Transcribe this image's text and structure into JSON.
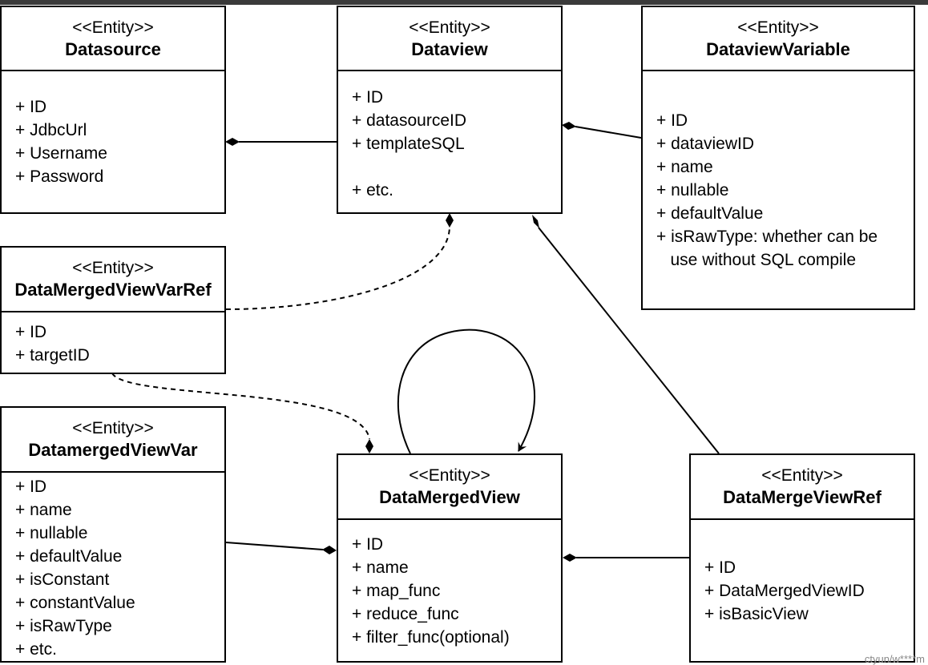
{
  "stereotype": "<<Entity>>",
  "entities": {
    "datasource": {
      "name": "Datasource",
      "attrs": [
        "+ ID",
        "+ JdbcUrl",
        "+ Username",
        "+ Password"
      ]
    },
    "dataview": {
      "name": "Dataview",
      "attrs": [
        "+ ID",
        "+ datasourceID",
        "+ templateSQL",
        "",
        "+ etc."
      ]
    },
    "dataview_variable": {
      "name": "DataviewVariable",
      "attrs": [
        "+ ID",
        "+ dataviewID",
        "+ name",
        "+ nullable",
        "+ defaultValue",
        "+ isRawType: whether can be",
        "   use without SQL compile"
      ]
    },
    "data_merged_view_var_ref": {
      "name": "DataMergedViewVarRef",
      "attrs": [
        "+ ID",
        "+ targetID"
      ]
    },
    "datamerged_view_var": {
      "name": "DatamergedViewVar",
      "attrs": [
        "+ ID",
        "+ name",
        "+ nullable",
        "+ defaultValue",
        "+ isConstant",
        "+ constantValue",
        "+ isRawType",
        "+ etc."
      ]
    },
    "data_merged_view": {
      "name": "DataMergedView",
      "attrs": [
        "+ ID",
        "+ name",
        "+ map_func",
        "+ reduce_func",
        "+ filter_func(optional)"
      ]
    },
    "data_merge_view_ref": {
      "name": "DataMergeViewRef",
      "attrs": [
        "+ ID",
        "+ DataMergedViewID",
        "+ isBasicView"
      ]
    }
  },
  "watermark": "ctyun/w****m"
}
